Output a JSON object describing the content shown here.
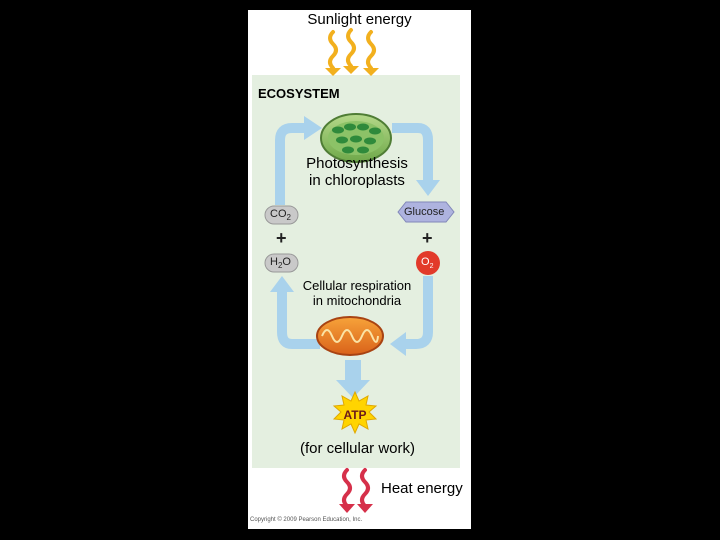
{
  "labels": {
    "sunlight": "Sunlight energy",
    "ecosystem": "ECOSYSTEM",
    "photosynthesis_line1": "Photosynthesis",
    "photosynthesis_line2": "in chloroplasts",
    "co2_main": "CO",
    "co2_sub": "2",
    "h2o_main": "H",
    "h2o_sub": "2",
    "h2o_end": "O",
    "glucose": "Glucose",
    "o2_main": "O",
    "o2_sub": "2",
    "plus": "+",
    "respiration_line1": "Cellular respiration",
    "respiration_line2": "in mitochondria",
    "atp": "ATP",
    "cellular_work": "(for cellular work)",
    "heat": "Heat energy",
    "copyright": "Copyright © 2009 Pearson Education, Inc."
  },
  "colors": {
    "ecosystem_bg": "#e4efe0",
    "cycle_arrow": "#a9d2ec",
    "sun_arrow": "#f2b01e",
    "heat_arrow": "#d6304a",
    "co2_pill": "#c9c9c9",
    "glucose_hex": "#aeb3df",
    "o2_circle": "#e23a2a",
    "atp_burst": "#ffd400"
  },
  "icons": [
    "sunlight-wave-icon",
    "chloroplast-icon",
    "mitochondrion-icon",
    "atp-burst-icon",
    "heat-wave-icon"
  ]
}
